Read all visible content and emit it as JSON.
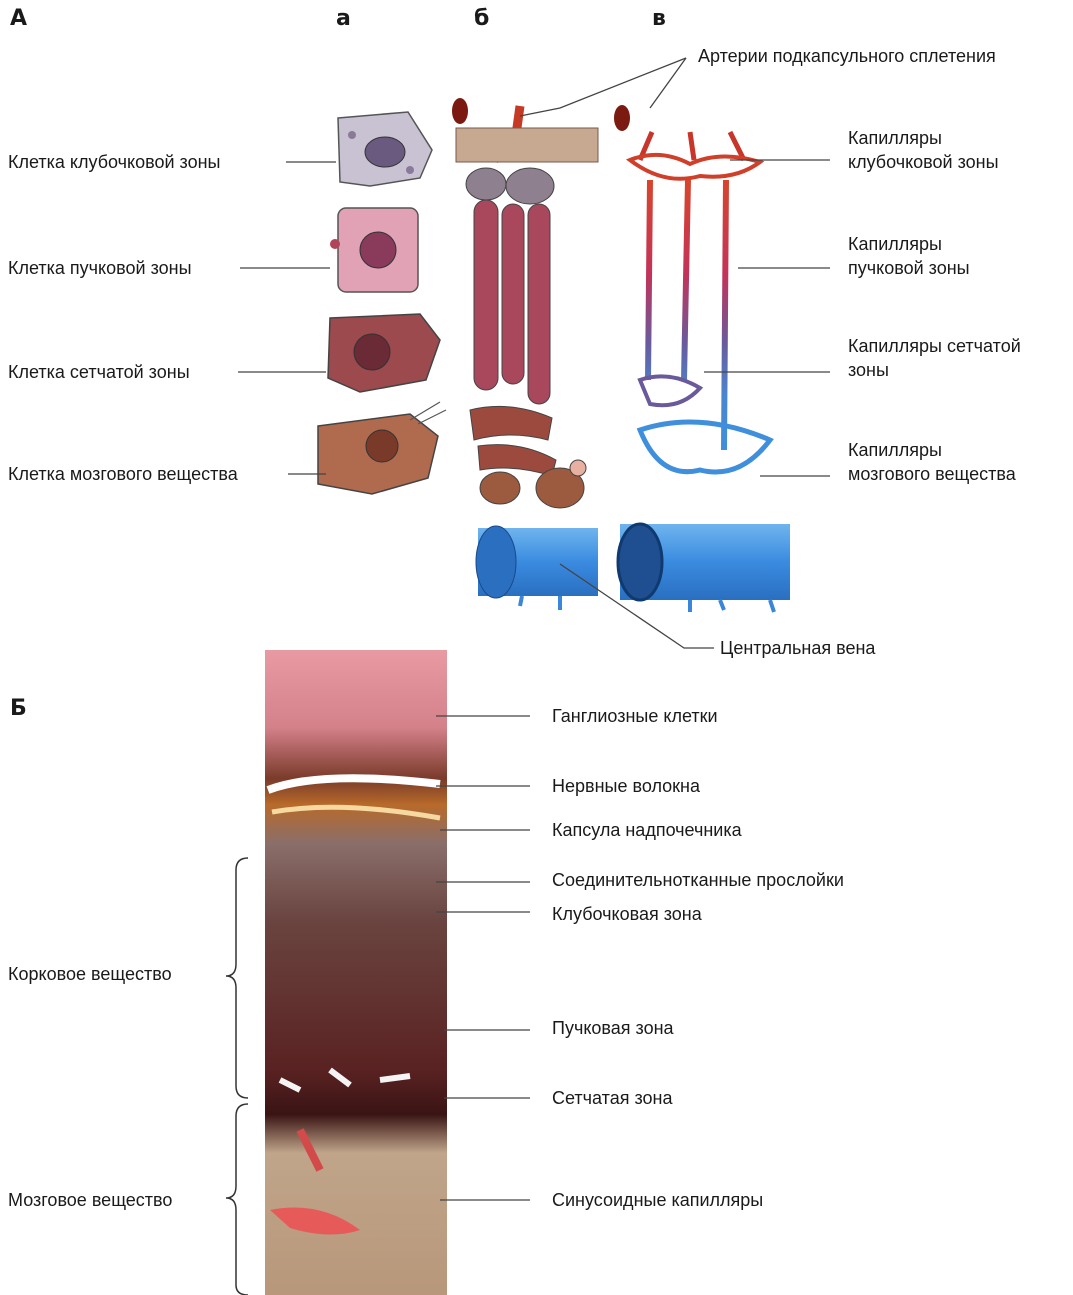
{
  "panel_a": {
    "letter": "А",
    "sub": {
      "a": "а",
      "b": "б",
      "v": "в"
    },
    "cells": {
      "glomerulosa": "Клетка клубочковой зоны",
      "fasciculata": "Клетка пучковой зоны",
      "reticularis": "Клетка сетчатой зоны",
      "medulla": "Клетка мозгового вещества"
    },
    "arteries": "Артерии подкапсульного сплетения",
    "cap_glom": [
      "Капилляры",
      "клубочковой зоны"
    ],
    "cap_fasc": [
      "Капилляры",
      "пучковой зоны"
    ],
    "cap_ret": [
      "Капилляры сетчатой",
      "зоны"
    ],
    "cap_med": [
      "Капилляры",
      "мозгового вещества"
    ],
    "central_vein": "Центральная вена"
  },
  "panel_b": {
    "letter": "Б",
    "labels": {
      "ganglion": "Ганглиозные клетки",
      "nerve": "Нервные волокна",
      "capsule": "Капсула надпочечника",
      "connective": "Соединительнотканные прослойки",
      "glom": "Клубочковая зона",
      "fasc": "Пучковая зона",
      "ret": "Сетчатая зона",
      "sinus": "Синусоидные капилляры"
    },
    "cortex": "Корковое вещество",
    "medulla": "Мозговое вещество"
  },
  "colors": {
    "artery": "#d8452c",
    "vein": "#3f8fdc",
    "cell_pink": "#c9627a",
    "cell_brown": "#9c4a3e",
    "tissue_dark": "#5a1f1e",
    "leader": "#444444"
  }
}
